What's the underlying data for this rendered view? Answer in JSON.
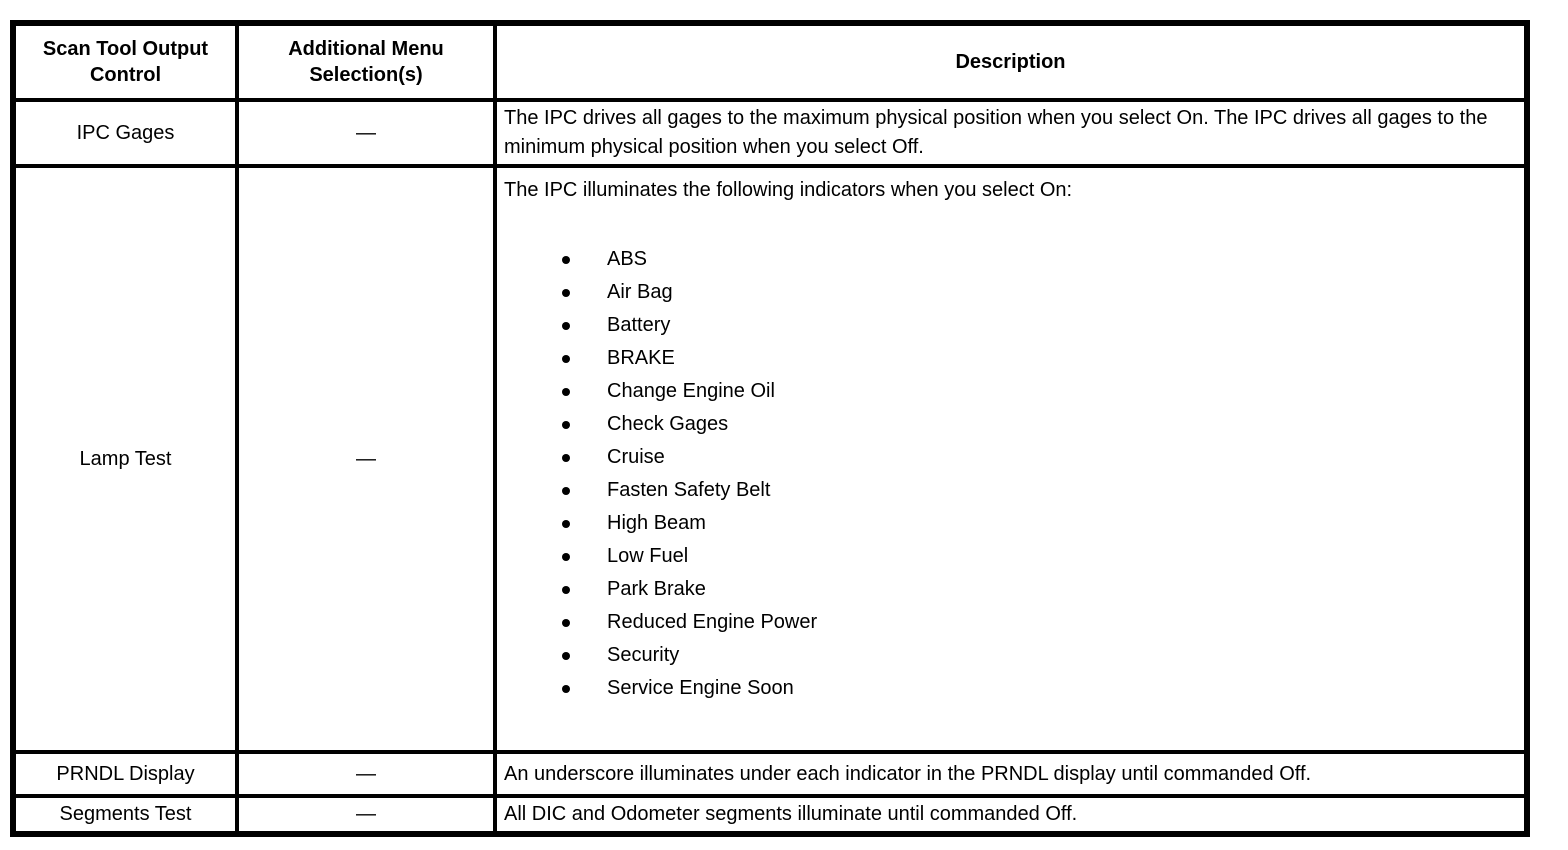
{
  "table": {
    "headers": {
      "control": "Scan Tool Output Control",
      "menu": "Additional Menu Selection(s)",
      "description": "Description"
    },
    "rows": [
      {
        "control": "IPC Gages",
        "menu": "—",
        "description": "The IPC drives all gages to the maximum physical position when you select On. The IPC drives all gages to the minimum physical position when you select Off."
      },
      {
        "control": "Lamp Test",
        "menu": "—",
        "description_intro": "The IPC illuminates the following indicators when you select On:",
        "bullets": [
          "ABS",
          "Air Bag",
          "Battery",
          "BRAKE",
          "Change Engine Oil",
          "Check Gages",
          "Cruise",
          "Fasten Safety Belt",
          "High Beam",
          "Low Fuel",
          "Park Brake",
          "Reduced Engine Power",
          "Security",
          "Service Engine Soon"
        ]
      },
      {
        "control": "PRNDL Display",
        "menu": "—",
        "description": "An underscore illuminates under each indicator in the PRNDL display until commanded Off."
      },
      {
        "control": "Segments Test",
        "menu": "—",
        "description": "All DIC and Odometer segments illuminate until commanded Off."
      }
    ]
  }
}
